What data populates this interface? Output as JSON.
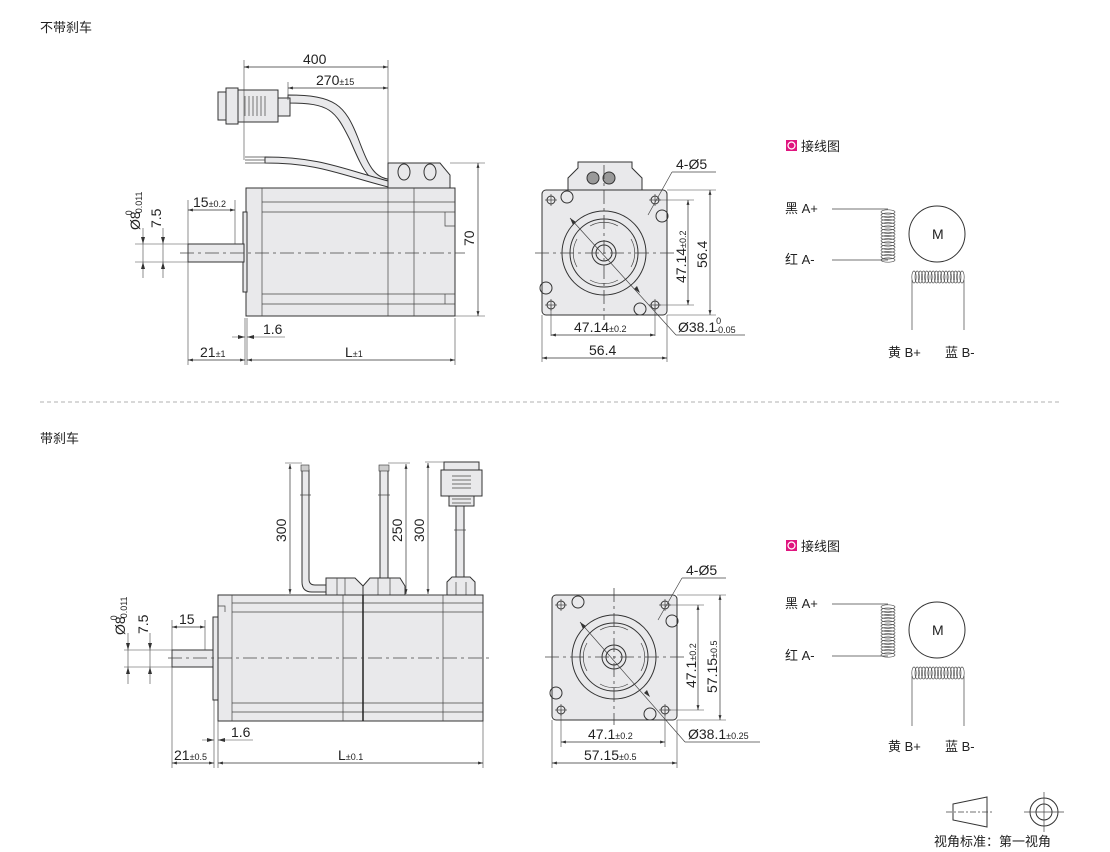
{
  "sections": [
    {
      "title": "不带刹车"
    },
    {
      "title": "带刹车"
    }
  ],
  "no_brake": {
    "side": {
      "dim_400": "400",
      "dim_270": "270",
      "dim_270_tol": "±15",
      "dim_70": "70",
      "shaft_dia": "Ø8",
      "shaft_tol_upper": "0",
      "shaft_tol_lower": "-0.011",
      "dim_7_5": "7.5",
      "dim_15": "15",
      "dim_15_tol": "±0.2",
      "dim_1_6": "1.6",
      "dim_21": "21",
      "dim_21_tol": "±1",
      "dim_L": "L",
      "dim_L_tol": "±1"
    },
    "front": {
      "holes": "4-Ø5",
      "pitch_v": "47.14",
      "pitch_v_tol": "±0.2",
      "size_v": "56.4",
      "pitch_h": "47.14",
      "pitch_h_tol": "±0.2",
      "size_h": "56.4",
      "pilot": "Ø38.1",
      "pilot_tol_upper": "0",
      "pilot_tol_lower": "-0.05"
    }
  },
  "brake": {
    "side": {
      "dim_300a": "300",
      "dim_250": "250",
      "dim_300b": "300",
      "shaft_dia": "Ø8",
      "shaft_tol_upper": "0",
      "shaft_tol_lower": "-0.011",
      "dim_7_5": "7.5",
      "dim_15": "15",
      "dim_1_6": "1.6",
      "dim_21": "21",
      "dim_21_tol": "±0.5",
      "dim_L": "L",
      "dim_L_tol": "±0.1"
    },
    "front": {
      "holes": "4-Ø5",
      "pitch_v": "47.1",
      "pitch_v_tol": "±0.2",
      "size_v": "57.15",
      "size_v_tol": "±0.5",
      "pitch_h": "47.1",
      "pitch_h_tol": "±0.2",
      "size_h": "57.15",
      "size_h_tol": "±0.5",
      "pilot": "Ø38.1",
      "pilot_tol": "±0.25"
    }
  },
  "wiring": {
    "title": "接线图",
    "marker_color": "#e0157f",
    "motor_label": "M",
    "a_plus": "黑  A+",
    "a_minus": "红  A-",
    "b_plus": "黄  B+",
    "b_minus": "蓝  B-"
  },
  "projection": {
    "label": "视角标准：第一视角"
  }
}
